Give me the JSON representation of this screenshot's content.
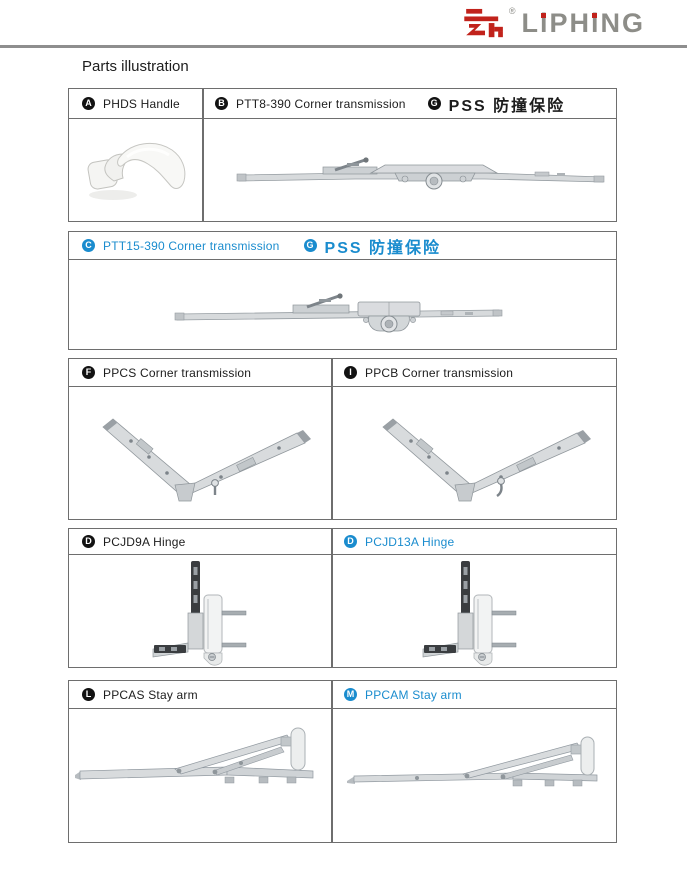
{
  "logo": {
    "brand_parts": {
      "p1": "L",
      "i1": "i",
      "p2": "PH",
      "i2": "i",
      "p3": "NG"
    },
    "registered": "®",
    "brand_color": "#8d8d88",
    "accent_red": "#c1221b"
  },
  "heading": "Parts illustration",
  "colors": {
    "accent_blue": "#1a8cce",
    "text_black": "#1c1c1c",
    "box_border": "#6e6e6e",
    "top_rule_gray": "#8e8e8e"
  },
  "boxes": [
    {
      "cells": [
        {
          "badge": "A",
          "label": "PHDS Handle"
        },
        {
          "badge": "B",
          "label": "PTT8-390 Corner transmission",
          "extra_badge": "G",
          "extra_label": "PSS 防撞保险"
        }
      ]
    },
    {
      "cells": [
        {
          "badge": "C",
          "label": "PTT15-390 Corner transmission",
          "extra_badge": "G",
          "extra_label": "PSS 防撞保险"
        }
      ]
    },
    {
      "cells": [
        {
          "badge": "F",
          "label": "PPCS Corner transmission"
        },
        {
          "badge": "I",
          "label": "PPCB Corner transmission"
        }
      ]
    },
    {
      "cells": [
        {
          "badge": "D",
          "label": "PCJD9A Hinge"
        },
        {
          "badge": "D",
          "label": "PCJD13A Hinge"
        }
      ]
    },
    {
      "cells": [
        {
          "badge": "L",
          "label": "PPCAS Stay arm"
        },
        {
          "badge": "M",
          "label": "PPCAM Stay arm"
        }
      ]
    }
  ]
}
